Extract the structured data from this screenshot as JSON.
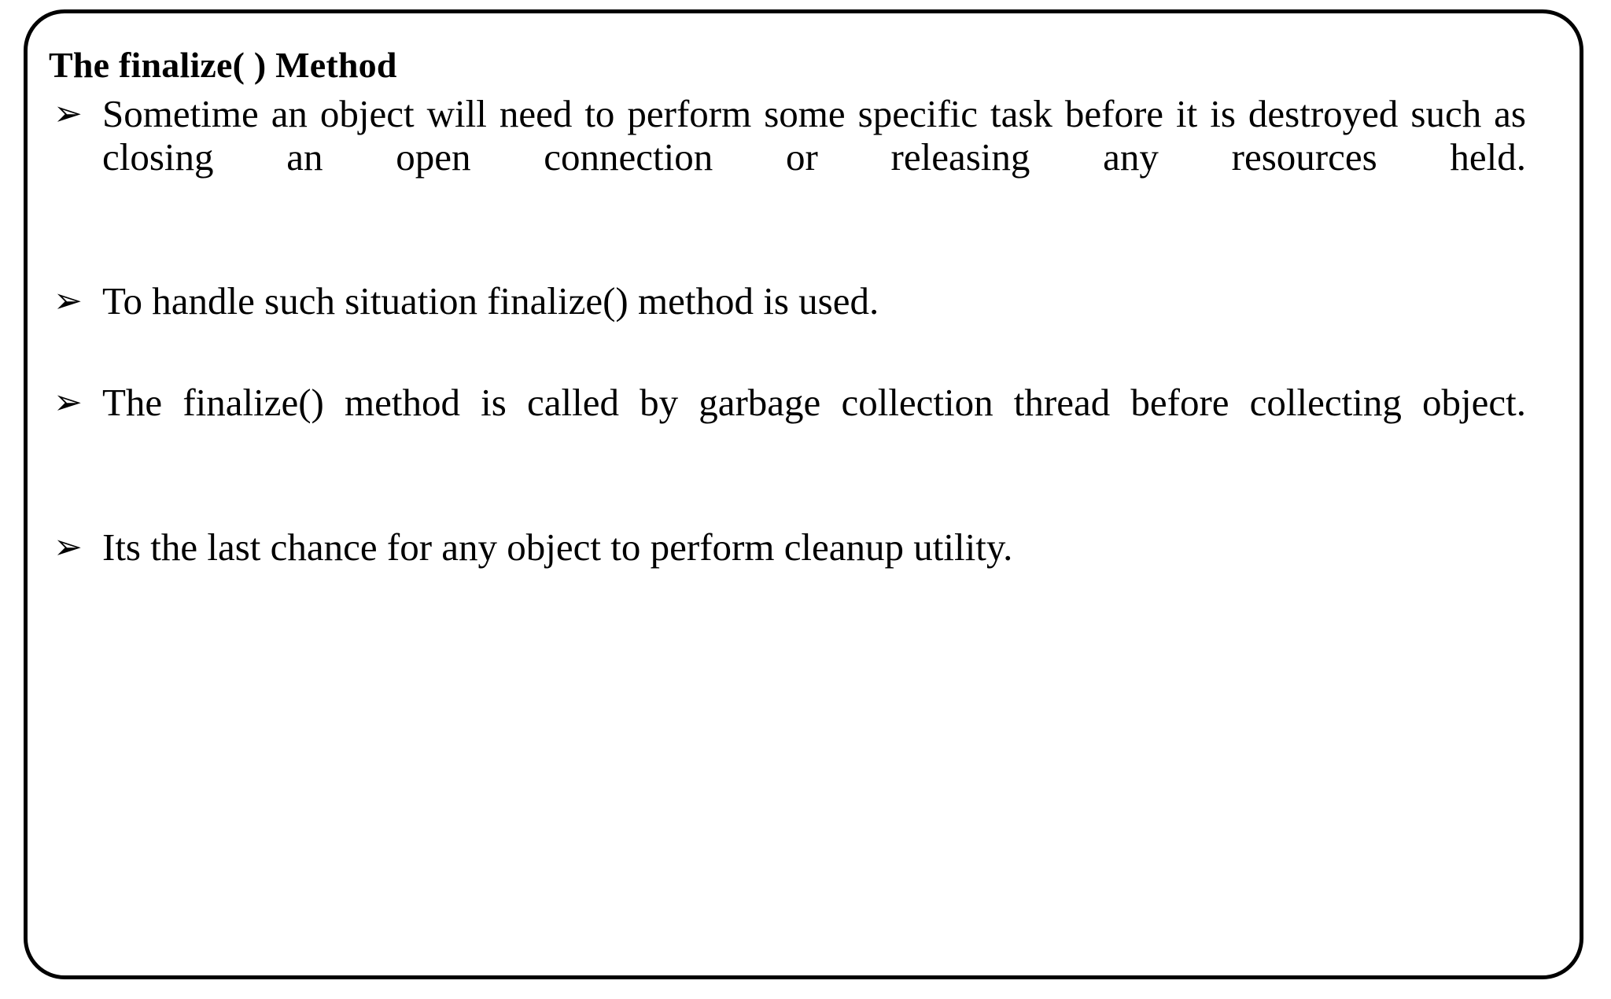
{
  "slide": {
    "title": "The finalize( ) Method",
    "bullet_marker": "➢",
    "background_color": "#ffffff",
    "text_color": "#000000",
    "border_color": "#000000",
    "bullets": [
      {
        "text": "Sometime an object will need to perform some specific task before it is destroyed such as closing an open connection or releasing any resources held.",
        "multiline": true
      },
      {
        "text": "To handle such situation finalize() method is used.",
        "multiline": false
      },
      {
        "text": "The finalize() method is called by garbage collection thread before collecting object.",
        "multiline": true
      },
      {
        "text": "Its the last chance for any object to perform cleanup utility.",
        "multiline": false
      }
    ]
  }
}
